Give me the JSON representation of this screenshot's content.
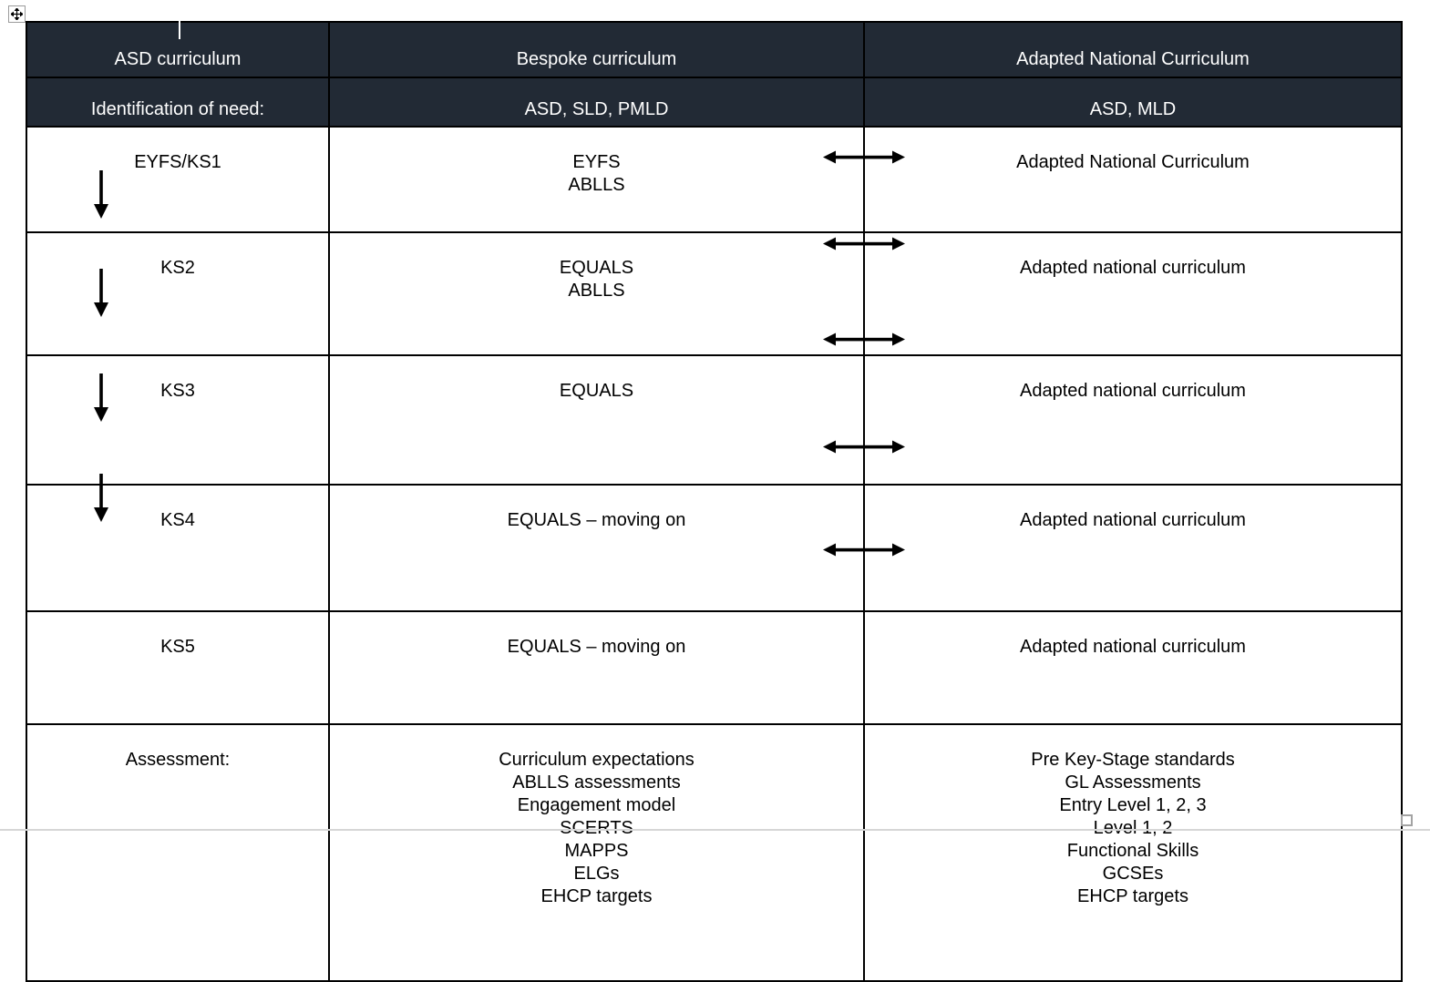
{
  "table": {
    "headers": {
      "col1": "ASD curriculum",
      "col2": "Bespoke curriculum",
      "col3": "Adapted National Curriculum",
      "need_label": "Identification of need:",
      "need_col2": "ASD, SLD, PMLD",
      "need_col3": "ASD, MLD"
    },
    "rows": [
      {
        "stage": "EYFS/KS1",
        "bespoke": "EYFS\nABLLS",
        "adapted": "Adapted National Curriculum"
      },
      {
        "stage": "KS2",
        "bespoke": "EQUALS\nABLLS",
        "adapted": "Adapted national curriculum"
      },
      {
        "stage": "KS3",
        "bespoke": "EQUALS",
        "adapted": "Adapted national curriculum"
      },
      {
        "stage": "KS4",
        "bespoke": "EQUALS – moving on",
        "adapted": "Adapted national curriculum"
      },
      {
        "stage": "KS5",
        "bespoke": "EQUALS – moving on",
        "adapted": "Adapted national curriculum"
      }
    ],
    "assessment": {
      "label": "Assessment:",
      "bespoke": "Curriculum expectations\nABLLS assessments\nEngagement model\nSCERTS\nMAPPS\nELGs\nEHCP targets",
      "adapted": "Pre Key-Stage standards\nGL Assessments\nEntry Level 1, 2, 3\nLevel 1, 2\nFunctional Skills\nGCSEs\nEHCP targets"
    }
  },
  "icons": {
    "move_handle": "table-move-icon",
    "resize_handle": "table-resize-icon",
    "down_arrow": "down-arrow-icon",
    "double_arrow": "left-right-arrow-icon"
  },
  "colors": {
    "header_bg": "#222A35",
    "header_text": "#FFFFFF",
    "border": "#000000",
    "arrow": "#000000",
    "bottom_divider": "#D6D6D6"
  }
}
